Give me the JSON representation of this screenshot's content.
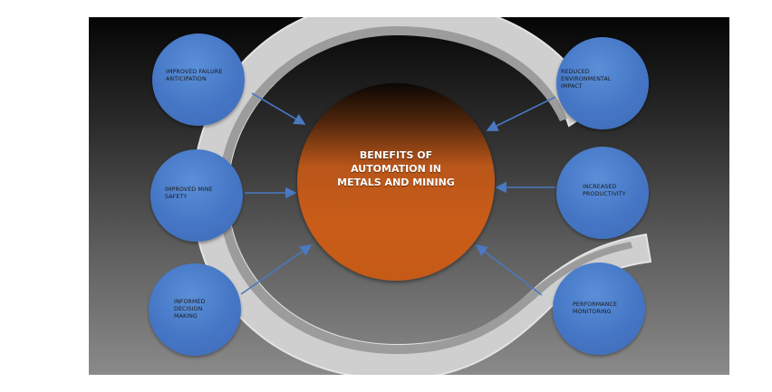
{
  "center": {
    "label": "BENEFITS OF\nAUTOMATION IN\nMETALS AND MINING"
  },
  "nodes": [
    {
      "id": "failure-anticipation",
      "label": "IMPROVED FAILURE\nANTICIPATION"
    },
    {
      "id": "mine-safety",
      "label": "IMPROVED MINE\nSAFETY"
    },
    {
      "id": "decision-making",
      "label": "INFORMED\nDECISION\nMAKING"
    },
    {
      "id": "environmental-impact",
      "label": "REDUCED\nENVIRONMENTAL\nIMPACT"
    },
    {
      "id": "productivity",
      "label": "INCREASED\nPRODUCTIVITY"
    },
    {
      "id": "performance-monitoring",
      "label": "PERFORMANCE\nMONITORING"
    }
  ],
  "colors": {
    "center_fill": "#c85c18",
    "node_fill": "#4576c5",
    "arrow": "#4a78c2",
    "ring": "#d2d2d2",
    "background_top": "#050505",
    "background_bottom": "#8a8a8a"
  }
}
